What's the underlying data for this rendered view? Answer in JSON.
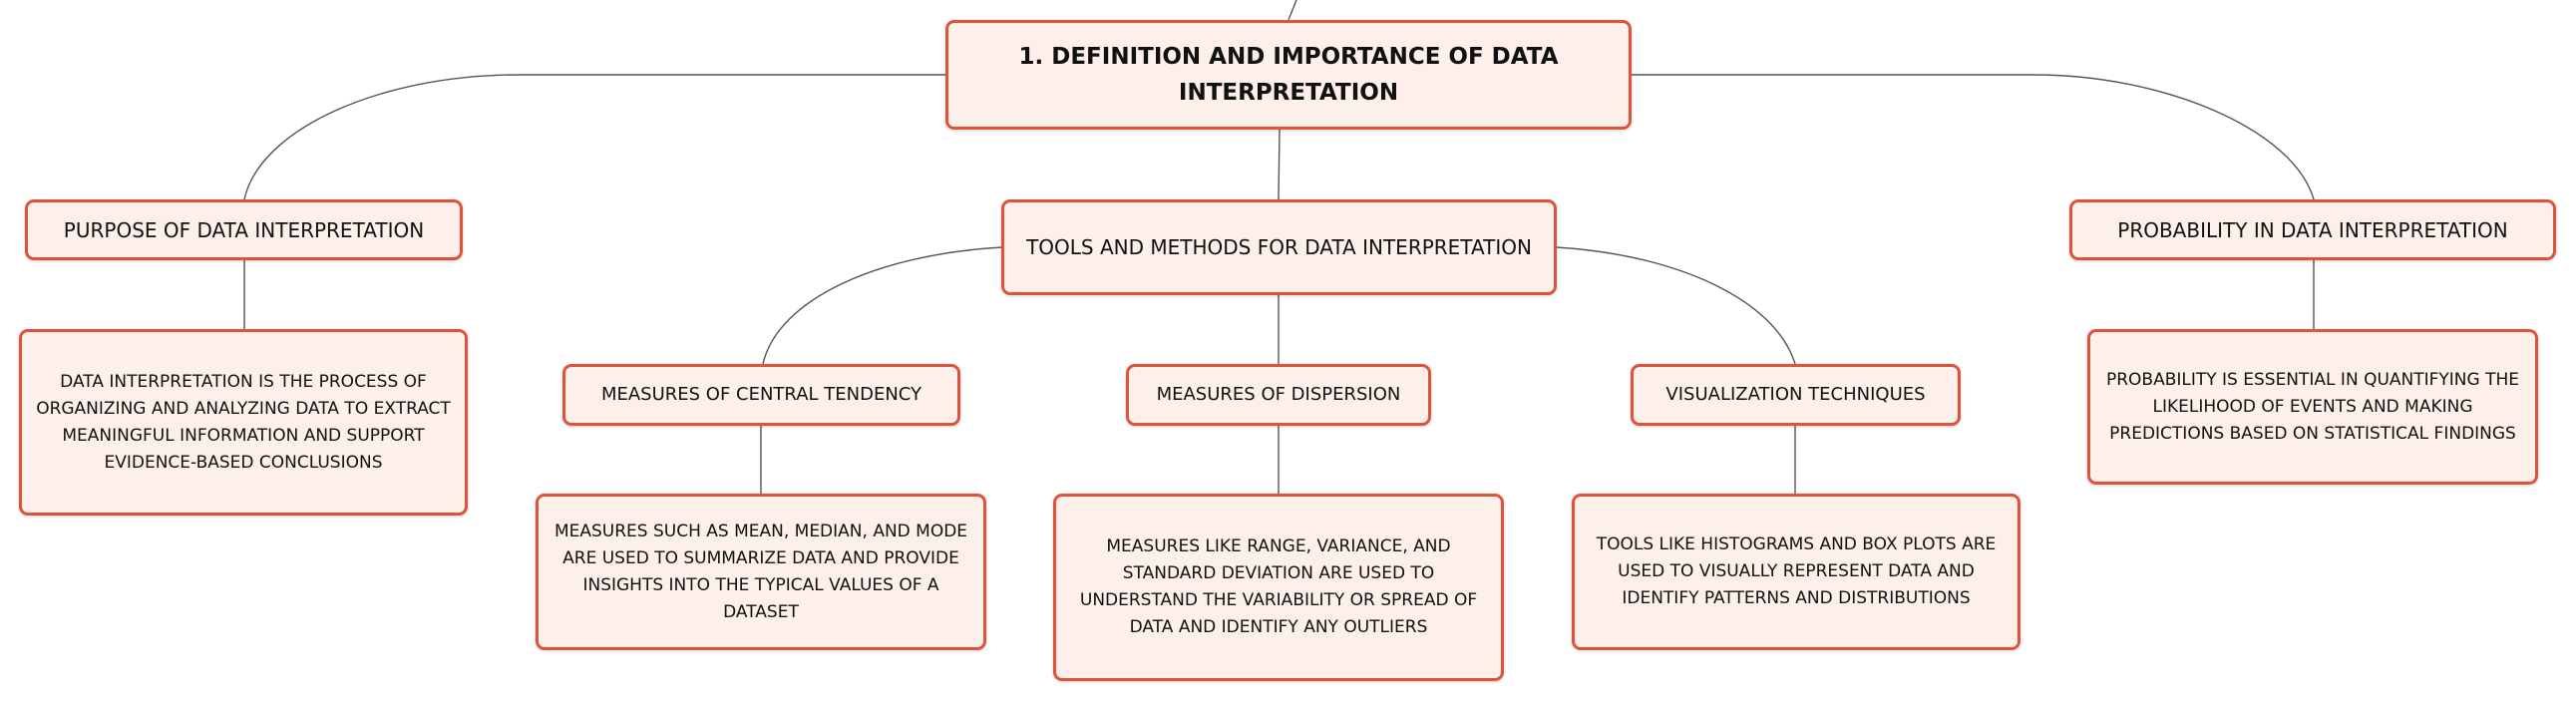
{
  "map": {
    "title": "1. DEFINITION AND IMPORTANCE OF DATA INTERPRETATION",
    "purpose": {
      "label": "PURPOSE OF DATA INTERPRETATION",
      "detail": "DATA INTERPRETATION IS THE PROCESS OF ORGANIZING AND ANALYZING DATA TO EXTRACT MEANINGFUL INFORMATION AND SUPPORT EVIDENCE-BASED CONCLUSIONS"
    },
    "tools": {
      "label": "TOOLS AND METHODS FOR DATA INTERPRETATION",
      "central": {
        "label": "MEASURES OF CENTRAL TENDENCY",
        "detail": "MEASURES SUCH AS MEAN, MEDIAN, AND MODE ARE USED TO SUMMARIZE DATA AND PROVIDE INSIGHTS INTO THE TYPICAL VALUES OF A DATASET"
      },
      "dispersion": {
        "label": "MEASURES OF DISPERSION",
        "detail": "MEASURES LIKE RANGE, VARIANCE, AND STANDARD DEVIATION ARE USED TO UNDERSTAND THE VARIABILITY OR SPREAD OF DATA AND IDENTIFY ANY OUTLIERS"
      },
      "visualization": {
        "label": "VISUALIZATION TECHNIQUES",
        "detail": "TOOLS LIKE HISTOGRAMS AND BOX PLOTS ARE USED TO VISUALLY REPRESENT DATA AND IDENTIFY PATTERNS AND DISTRIBUTIONS"
      }
    },
    "probability": {
      "label": "PROBABILITY IN DATA INTERPRETATION",
      "detail": "PROBABILITY IS ESSENTIAL IN QUANTIFYING THE LIKELIHOOD OF EVENTS AND MAKING PREDICTIONS BASED ON STATISTICAL FINDINGS"
    }
  },
  "colors": {
    "node_fill": "#fdefe9",
    "node_border": "#e0533b",
    "connector": "#555555"
  }
}
